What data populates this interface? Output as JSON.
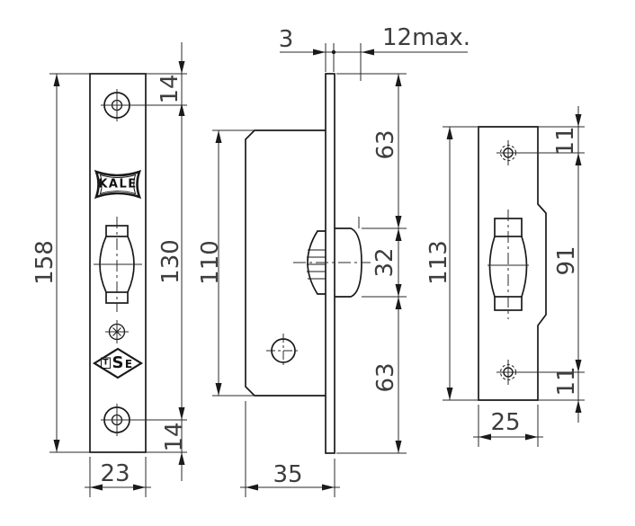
{
  "drawing": {
    "brand_logo": "KALE",
    "cert_logo": {
      "t": "T",
      "s": "S",
      "e": "E"
    },
    "front_view": {
      "height": "158",
      "top_hole_offset": "14",
      "hole_spacing": "130",
      "bottom_hole_offset": "14",
      "width": "23"
    },
    "side_view": {
      "faceplate_thickness": "3",
      "latch_projection": "12max.",
      "upper_segment": "63",
      "latch_height": "32",
      "lower_segment": "63",
      "body_height": "110",
      "body_depth": "35"
    },
    "strike_view": {
      "height": "113",
      "top_hole_offset": "11",
      "hole_spacing": "91",
      "bottom_hole_offset": "11",
      "width": "25"
    }
  }
}
